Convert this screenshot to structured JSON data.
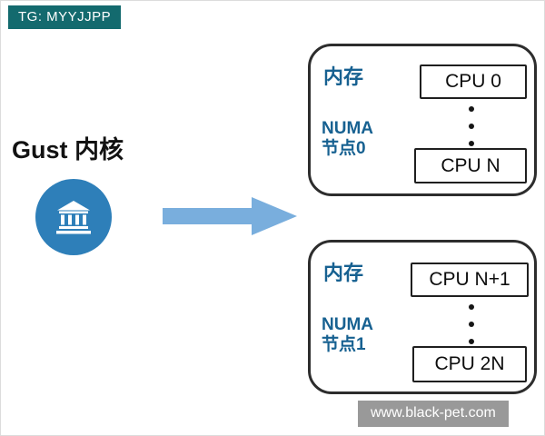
{
  "badges": {
    "top_left": "TG: MYYJJPP",
    "bottom_right": "www.black-pet.com"
  },
  "left_panel": {
    "title": "Gust 内核",
    "icon": "bank-icon"
  },
  "arrow": {
    "icon": "right-arrow-icon",
    "color": "#79aedd"
  },
  "numa_nodes": [
    {
      "memory_label": "内存",
      "node_label_lines": [
        "NUMA",
        "节点0"
      ],
      "cpus": [
        "CPU 0",
        "CPU N"
      ],
      "dots_icon": "vertical-ellipsis-icon"
    },
    {
      "memory_label": "内存",
      "node_label_lines": [
        "NUMA",
        "节点1"
      ],
      "cpus": [
        "CPU N+1",
        "CPU 2N"
      ],
      "dots_icon": "vertical-ellipsis-icon"
    }
  ],
  "colors": {
    "label_blue": "#176191",
    "icon_circle_blue": "#2e7fb9",
    "arrow_blue": "#79aedd",
    "badge_teal": "#136a6e",
    "box_border": "#2d2d2d",
    "watermark_gray": "rgba(130,130,130,0.82)"
  }
}
